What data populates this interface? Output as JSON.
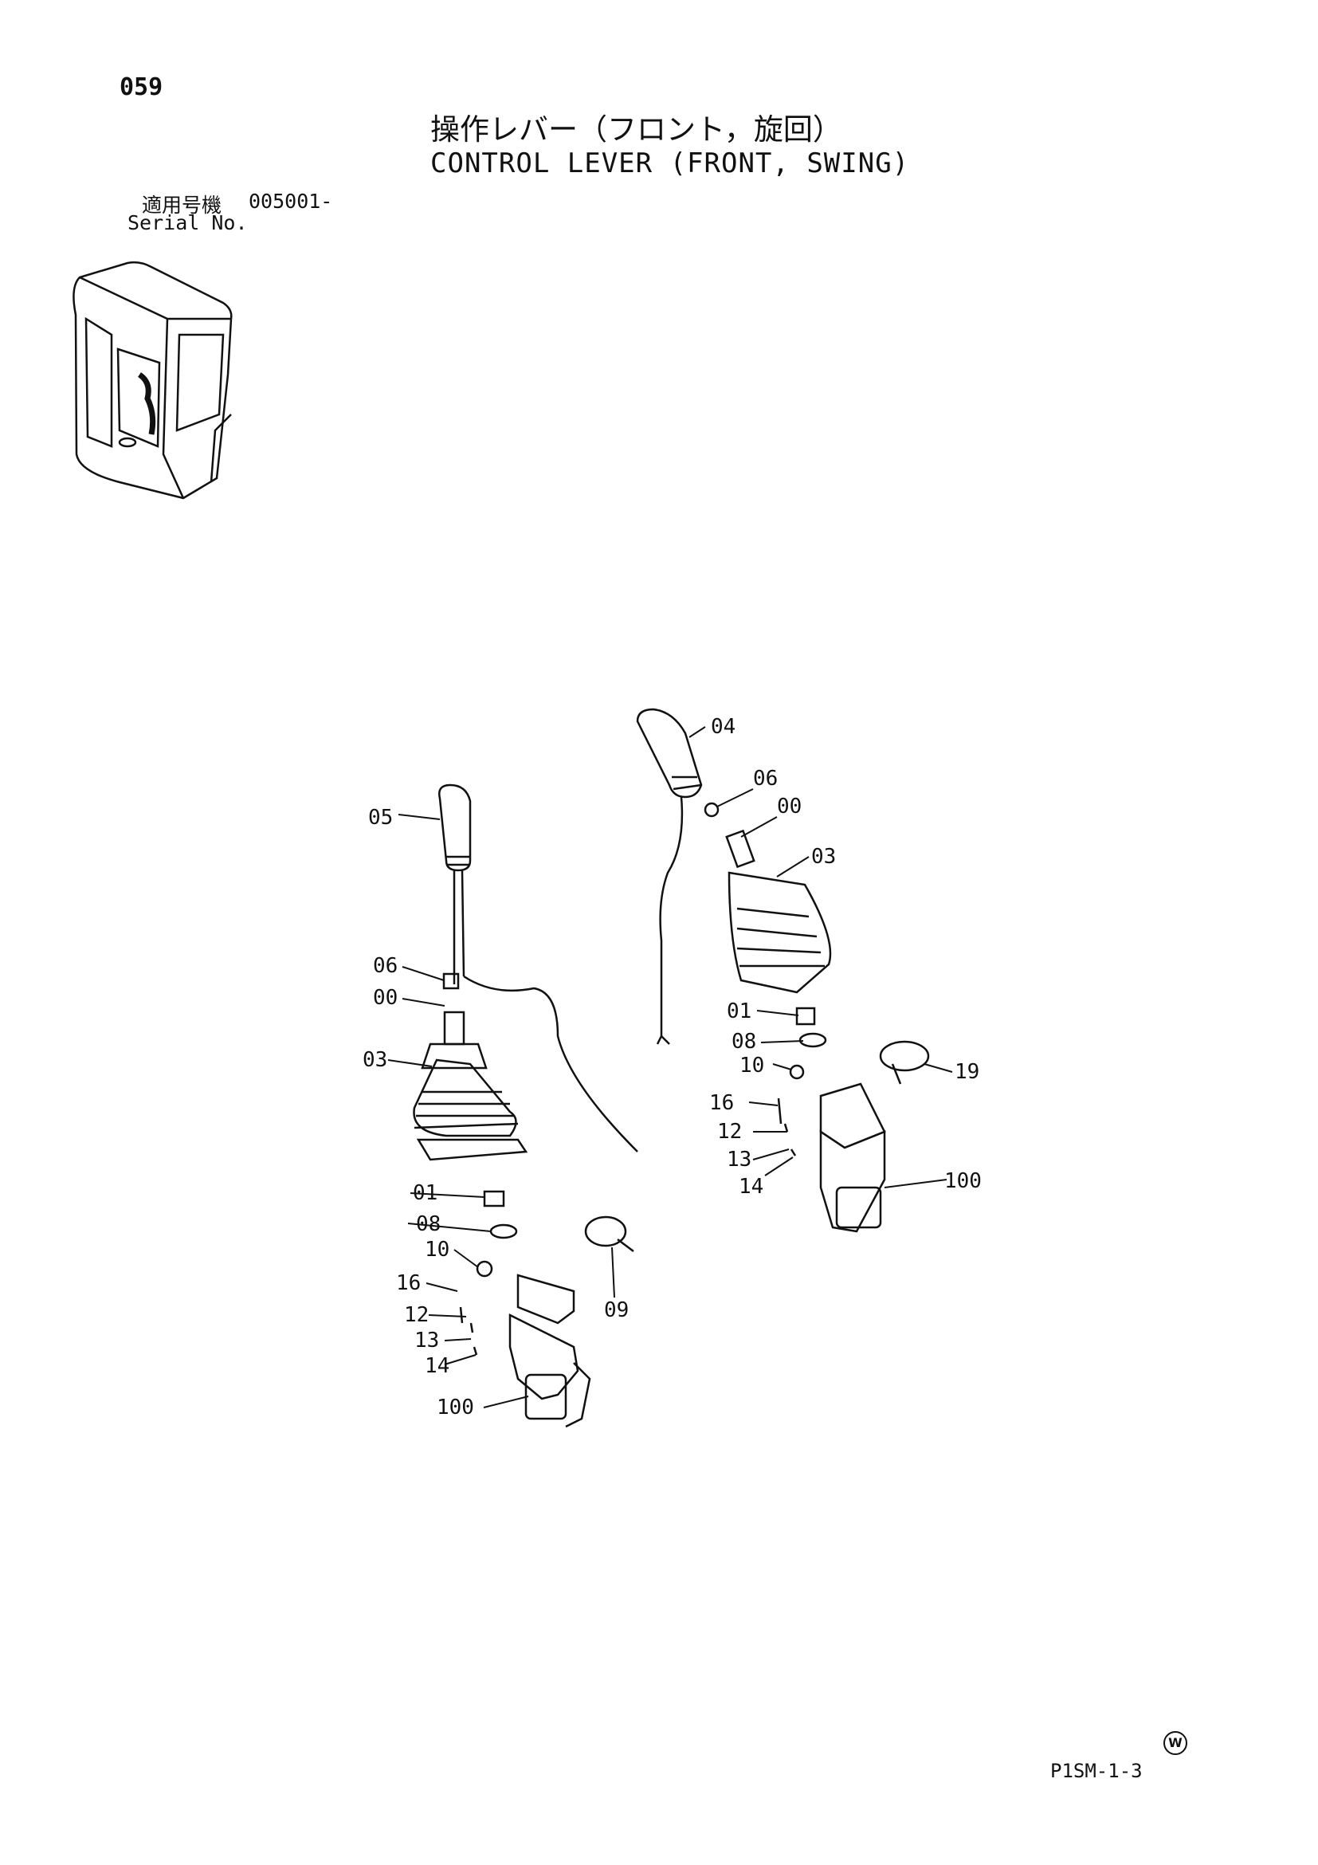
{
  "header": {
    "page_number": "059",
    "title_jp": "操作レバー（フロント，旋回）",
    "title_en": "CONTROL LEVER (FRONT, SWING)"
  },
  "serial": {
    "label_jp": "適用号機",
    "value": "005001-",
    "label_en": "Serial No."
  },
  "callouts": {
    "left_05": "05",
    "left_06": "06",
    "left_00": "00",
    "left_03": "03",
    "left_01": "01",
    "left_08": "08",
    "left_10": "10",
    "left_16": "16",
    "left_12": "12",
    "left_13": "13",
    "left_14": "14",
    "left_100": "100",
    "left_09": "09",
    "right_04": "04",
    "right_06": "06",
    "right_00": "00",
    "right_03": "03",
    "right_01": "01",
    "right_08": "08",
    "right_10": "10",
    "right_16": "16",
    "right_12": "12",
    "right_13": "13",
    "right_14": "14",
    "right_100": "100",
    "right_19": "19"
  },
  "footer": {
    "mark": "W",
    "page_code": "P1SM-1-3"
  }
}
